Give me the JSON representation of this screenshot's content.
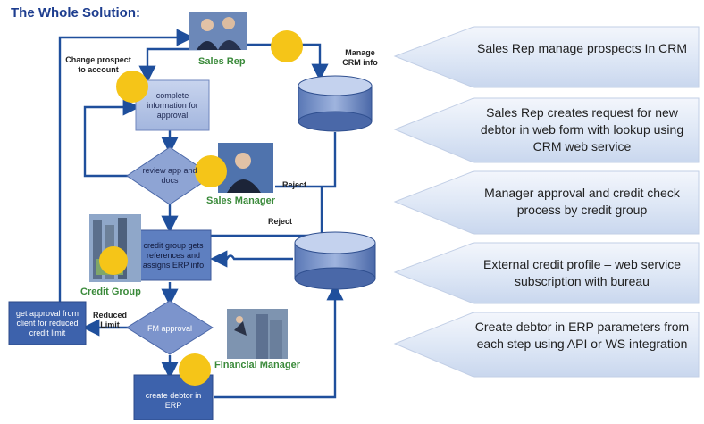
{
  "title": "The Whole Solution:",
  "roles": {
    "sales_rep": "Sales Rep",
    "sales_manager": "Sales Manager",
    "credit_group": "Credit Group",
    "financial_manager": "Financial Manager"
  },
  "steps": {
    "complete_info": "complete information for approval",
    "review": "review app and docs",
    "credit_group": "credit group gets references and assigns ERP info",
    "fm_approval": "FM approval",
    "create_debtor": "create debtor in ERP",
    "get_approval": "get approval from client for reduced credit limit"
  },
  "edge_labels": {
    "change_prospect": "Change prospect to account",
    "manage_crm": "Manage CRM info",
    "reject_1": "Reject",
    "reject_2": "Reject",
    "reduced_limit": "Reduced Limit"
  },
  "callouts": [
    "Sales Rep manage prospects In CRM",
    "Sales Rep creates request for new debtor in web form with lookup using CRM web service",
    "Manager approval and credit check process by credit group",
    "External credit profile – web service subscription with bureau",
    "Create debtor in ERP parameters from each step using API or WS integration"
  ],
  "colors": {
    "title": "#1d3d8f",
    "arrow": "#1f4f9c",
    "box": "#b3c3e4",
    "box_dark": "#3d62ac",
    "marker": "#f5c518",
    "role_label": "#3a8a3a",
    "callout": "#e4ecf8"
  }
}
